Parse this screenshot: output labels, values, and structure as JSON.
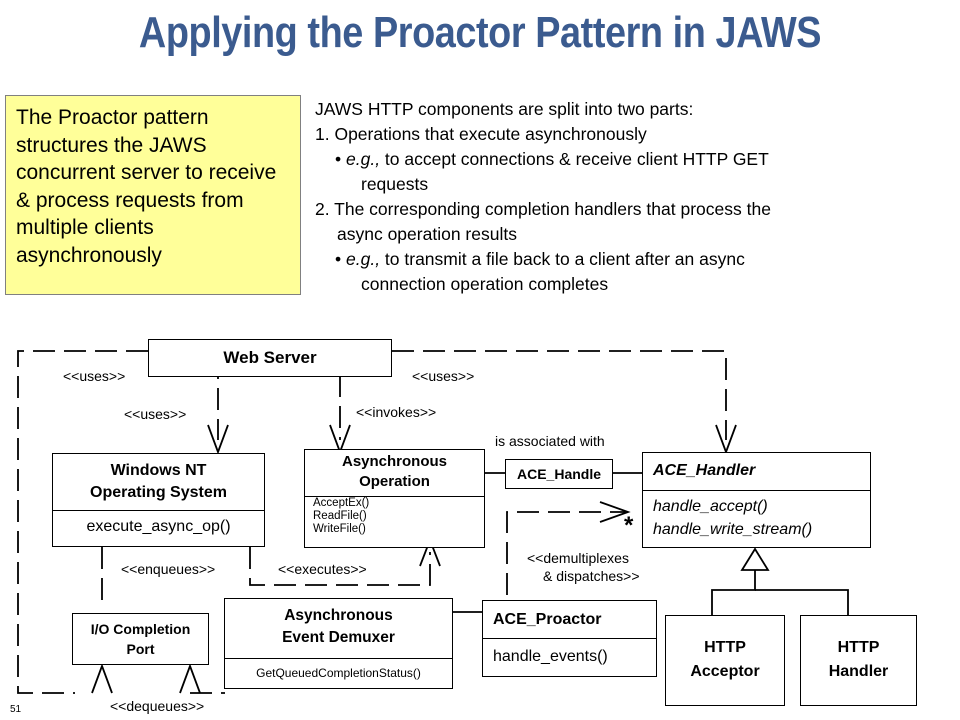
{
  "slide": {
    "title": "Applying the Proactor Pattern in JAWS",
    "page_number": "51",
    "callout": "The Proactor pattern structures the JAWS concurrent server to receive & process requests from multiple clients asynchronously",
    "bullets": {
      "intro": "JAWS HTTP components are split into two parts:",
      "item1": "1. Operations that execute asynchronously",
      "item1_sub_em": "e.g.,",
      "item1_sub_text": " to accept connections & receive client HTTP GET",
      "item1_sub_cont": "requests",
      "item2": "2. The corresponding completion handlers that process the",
      "item2_cont": "async operation results",
      "item2_sub_em": "e.g.,",
      "item2_sub_text": " to transmit a file back to a client after an async",
      "item2_sub_cont": "connection operation completes"
    }
  },
  "diagram": {
    "web_server": "Web Server",
    "windows_nt": {
      "name_line1": "Windows NT",
      "name_line2": "Operating System",
      "method": "execute_async_op()"
    },
    "async_operation": {
      "name_line1": "Asynchronous",
      "name_line2": "Operation",
      "methods": [
        "AcceptEx()",
        "ReadFile()",
        "WriteFile()"
      ]
    },
    "ace_handle": "ACE_Handle",
    "ace_handler": {
      "name": "ACE_Handler",
      "methods": [
        "handle_accept()",
        "handle_write_stream()"
      ]
    },
    "multiplicity": "*",
    "io_completion_port": {
      "line1": "I/O Completion",
      "line2": "Port"
    },
    "async_event_demuxer": {
      "name_line1": "Asynchronous",
      "name_line2": "Event Demuxer",
      "method": "GetQueuedCompletionStatus()"
    },
    "ace_proactor": {
      "name": "ACE_Proactor",
      "method": "handle_events()"
    },
    "http_acceptor": {
      "line1": "HTTP",
      "line2": "Acceptor"
    },
    "http_handler": {
      "line1": "HTTP",
      "line2": "Handler"
    },
    "labels": {
      "uses_left": "<<uses>>",
      "uses_right": "<<uses>>",
      "uses_mid": "<<uses>>",
      "invokes": "<<invokes>>",
      "is_associated_with": "is associated with",
      "enqueues": "<<enqueues>>",
      "executes": "<<executes>>",
      "demultiplexes_line1": "<<demultiplexes",
      "demultiplexes_line2": "& dispatches>>",
      "dequeues": "<<dequeues>>"
    }
  }
}
